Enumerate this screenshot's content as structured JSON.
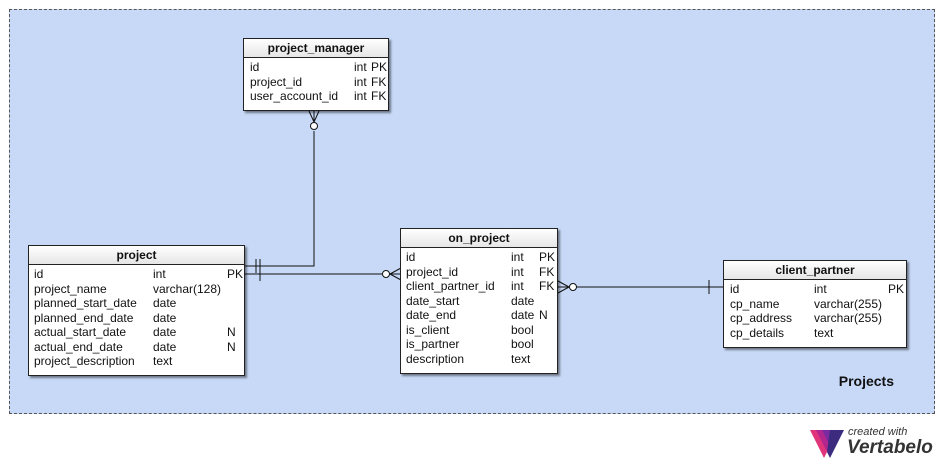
{
  "area": {
    "label": "Projects",
    "background": "#c7d9f7"
  },
  "tables": {
    "project_manager": {
      "name": "project_manager",
      "rows": [
        {
          "name": "id",
          "type": "int",
          "key": "PK",
          "null": ""
        },
        {
          "name": "project_id",
          "type": "int",
          "key": "FK",
          "null": ""
        },
        {
          "name": "user_account_id",
          "type": "int",
          "key": "FK",
          "null": ""
        }
      ]
    },
    "project": {
      "name": "project",
      "rows": [
        {
          "name": "id",
          "type": "int",
          "key": "PK",
          "null": ""
        },
        {
          "name": "project_name",
          "type": "varchar(128)",
          "key": "",
          "null": ""
        },
        {
          "name": "planned_start_date",
          "type": "date",
          "key": "",
          "null": ""
        },
        {
          "name": "planned_end_date",
          "type": "date",
          "key": "",
          "null": ""
        },
        {
          "name": "actual_start_date",
          "type": "date",
          "key": "",
          "null": "N"
        },
        {
          "name": "actual_end_date",
          "type": "date",
          "key": "",
          "null": "N"
        },
        {
          "name": "project_description",
          "type": "text",
          "key": "",
          "null": ""
        }
      ]
    },
    "on_project": {
      "name": "on_project",
      "rows": [
        {
          "name": "id",
          "type": "int",
          "key": "PK",
          "null": ""
        },
        {
          "name": "project_id",
          "type": "int",
          "key": "FK",
          "null": ""
        },
        {
          "name": "client_partner_id",
          "type": "int",
          "key": "FK",
          "null": ""
        },
        {
          "name": "date_start",
          "type": "date",
          "key": "",
          "null": ""
        },
        {
          "name": "date_end",
          "type": "date",
          "key": "",
          "null": "N"
        },
        {
          "name": "is_client",
          "type": "bool",
          "key": "",
          "null": ""
        },
        {
          "name": "is_partner",
          "type": "bool",
          "key": "",
          "null": ""
        },
        {
          "name": "description",
          "type": "text",
          "key": "",
          "null": ""
        }
      ]
    },
    "client_partner": {
      "name": "client_partner",
      "rows": [
        {
          "name": "id",
          "type": "int",
          "key": "PK",
          "null": ""
        },
        {
          "name": "cp_name",
          "type": "varchar(255)",
          "key": "",
          "null": ""
        },
        {
          "name": "cp_address",
          "type": "varchar(255)",
          "key": "",
          "null": ""
        },
        {
          "name": "cp_details",
          "type": "text",
          "key": "",
          "null": ""
        }
      ]
    }
  },
  "branding": {
    "small": "created with",
    "big": "Vertabelo"
  }
}
